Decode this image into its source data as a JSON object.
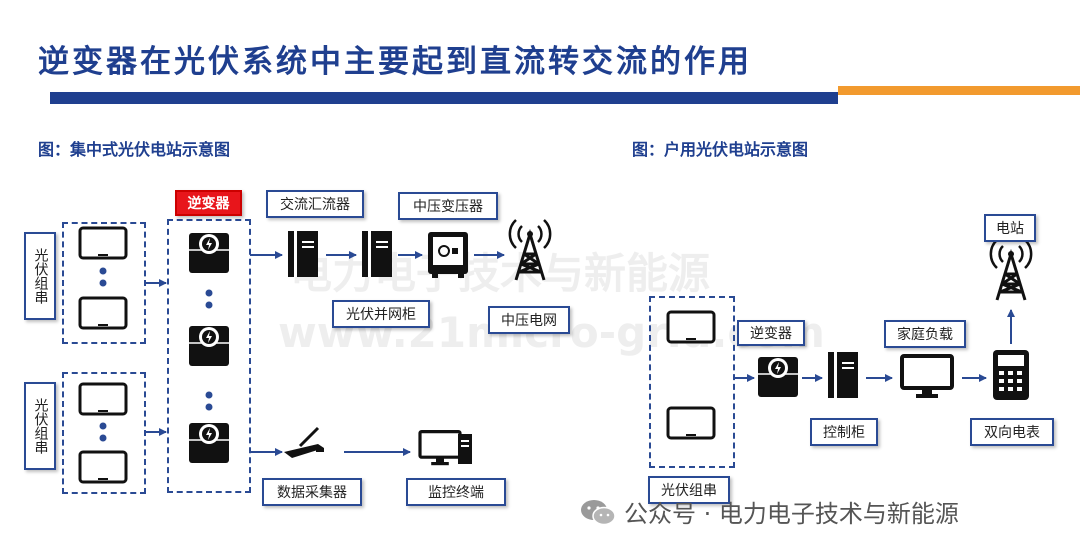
{
  "title": "逆变器在光伏系统中主要起到直流转交流的作用",
  "left_diagram": {
    "caption": "图：集中式光伏电站示意图",
    "pv_string_1": "光伏组串",
    "pv_string_2": "光伏组串",
    "inverter": "逆变器",
    "ac_combiner": "交流汇流器",
    "mv_transformer": "中压变压器",
    "pv_grid_cabinet": "光伏并网柜",
    "mv_grid": "中压电网",
    "data_collector": "数据采集器",
    "monitor_terminal": "监控终端"
  },
  "right_diagram": {
    "caption": "图：户用光伏电站示意图",
    "pv_string": "光伏组串",
    "inverter": "逆变器",
    "control_cabinet": "控制柜",
    "home_load": "家庭负载",
    "bidirectional_meter": "双向电表",
    "power_station": "电站"
  },
  "watermark": {
    "line1": "电力电子技术与新能源",
    "line2": "www.21micro-grid.com"
  },
  "footer": {
    "text": "公众号 · 电力电子技术与新能源"
  },
  "colors": {
    "primary": "#1f3f8f",
    "accent": "#f29a2e",
    "highlight": "#e8151b",
    "icon": "#111111"
  }
}
